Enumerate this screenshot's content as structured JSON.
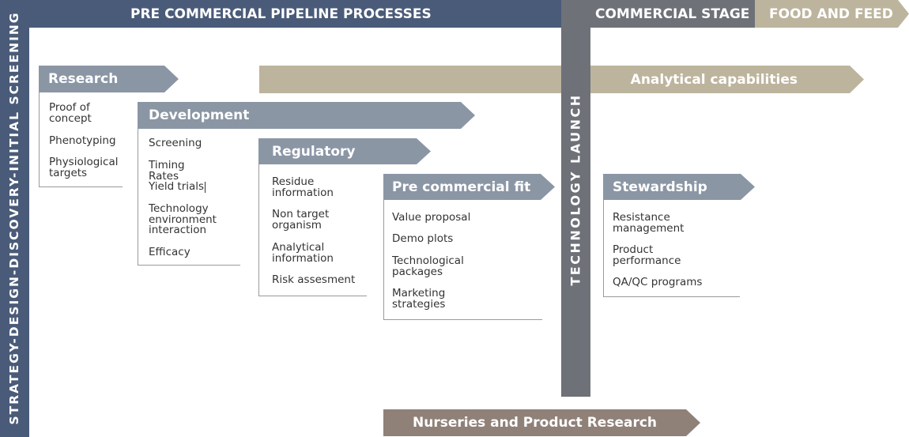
{
  "side_label": "STRATEGY-DESIGN-DISCOVERY-INITIAL SCREENING",
  "top_bar": {
    "pre_commercial": "PRE COMMERCIAL PIPELINE PROCESSES",
    "commercial": "COMMERCIAL STAGE",
    "food": "FOOD AND FEED"
  },
  "launch_label": "TECHNOLOGY LAUNCH",
  "analytical": "Analytical capabilities",
  "nurseries": "Nurseries and Product Research",
  "stages": {
    "research": {
      "title": "Research",
      "items": [
        [
          "Proof of",
          "concept"
        ],
        [
          "Phenotyping"
        ],
        [
          "Physiological",
          "targets"
        ]
      ]
    },
    "development": {
      "title": "Development",
      "items": [
        [
          "Screening"
        ],
        [
          "Timing",
          "Rates",
          "Yield trials"
        ],
        [
          "Technology",
          "environment",
          "interaction"
        ],
        [
          "Efficacy"
        ]
      ]
    },
    "regulatory": {
      "title": "Regulatory",
      "items": [
        [
          "Residue",
          "information"
        ],
        [
          "Non target",
          "organism"
        ],
        [
          "Analytical",
          "information"
        ],
        [
          "Risk assesment"
        ]
      ]
    },
    "precommercial": {
      "title": "Pre commercial fit",
      "items": [
        [
          "Value proposal"
        ],
        [
          "Demo plots"
        ],
        [
          "Technological",
          "packages"
        ],
        [
          "Marketing",
          "strategies"
        ]
      ]
    },
    "stewardship": {
      "title": "Stewardship",
      "items": [
        [
          "Resistance",
          "management"
        ],
        [
          "Product",
          "performance"
        ],
        [
          "QA/QC programs"
        ]
      ]
    }
  },
  "colors": {
    "navy": "#4a5b79",
    "slate": "#8b96a5",
    "grey": "#6e7178",
    "tan": "#bdb49e",
    "taupe": "#8f8178"
  }
}
